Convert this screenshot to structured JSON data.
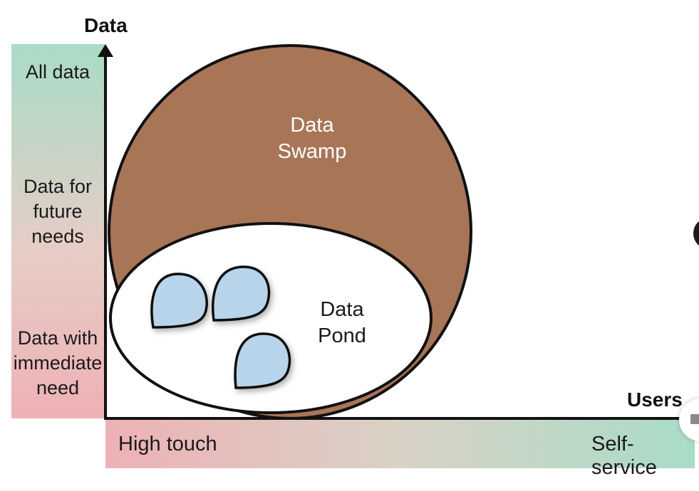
{
  "axes": {
    "y_title": "Data",
    "x_title": "Users",
    "y_levels": [
      "All data",
      "Data for\nfuture\nneeds",
      "Data with\nimmediate\nneed"
    ],
    "x_levels": [
      "High touch",
      "Self-service"
    ]
  },
  "regions": {
    "swamp_label": "Data\nSwamp",
    "pond_label": "Data\nPond"
  },
  "colors": {
    "swamp": "#a87556",
    "pond": "#ffffff",
    "puddle": "#b7d4ea",
    "gradient_green": "#a8dcc6",
    "gradient_pink": "#eeb1b6"
  }
}
